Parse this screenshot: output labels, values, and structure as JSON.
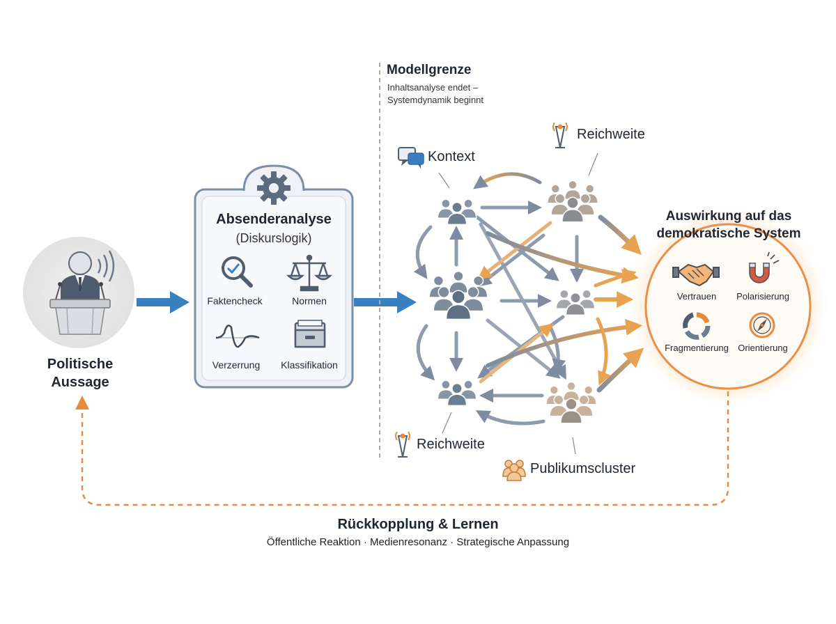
{
  "speaker": {
    "label": "Politische Aussage"
  },
  "analysis": {
    "title": "Absenderanalyse",
    "subtitle": "(Diskurslogik)",
    "tools": [
      {
        "label": "Faktencheck",
        "icon": "magnifier-check-icon"
      },
      {
        "label": "Normen",
        "icon": "scales-icon"
      },
      {
        "label": "Verzerrung",
        "icon": "waveform-icon"
      },
      {
        "label": "Klassifikation",
        "icon": "file-drawer-icon"
      }
    ]
  },
  "boundary": {
    "title": "Modellgrenze",
    "subtitle_line1": "Inhaltsanalyse endet –",
    "subtitle_line2": "Systemdynamik beginnt"
  },
  "network": {
    "labels": {
      "context": "Kontext",
      "reach_top": "Reichweite",
      "reach_bottom": "Reichweite",
      "clusters": "Publikumscluster"
    },
    "icons": [
      "speech-bubbles-icon",
      "antenna-tower-icon",
      "people-group-icon"
    ]
  },
  "impact": {
    "title_line1": "Auswirkung auf das",
    "title_line2": "demokratische System",
    "items": [
      {
        "label": "Vertrauen",
        "icon": "handshake-icon"
      },
      {
        "label": "Polarisierung",
        "icon": "magnet-icon"
      },
      {
        "label": "Fragmentierung",
        "icon": "segmented-ring-icon"
      },
      {
        "label": "Orientierung",
        "icon": "compass-icon"
      }
    ]
  },
  "feedback": {
    "title": "Rückkopplung & Lernen",
    "subtitle": "Öffentliche Reaktion · Medienresonanz · Strategische Anpassung"
  },
  "colors": {
    "blue": "#3a7fc0",
    "slate": "#6d7d90",
    "orange": "#e9a24f",
    "orange_dark": "#e88a3c",
    "panel_border": "#7b8fa6"
  }
}
